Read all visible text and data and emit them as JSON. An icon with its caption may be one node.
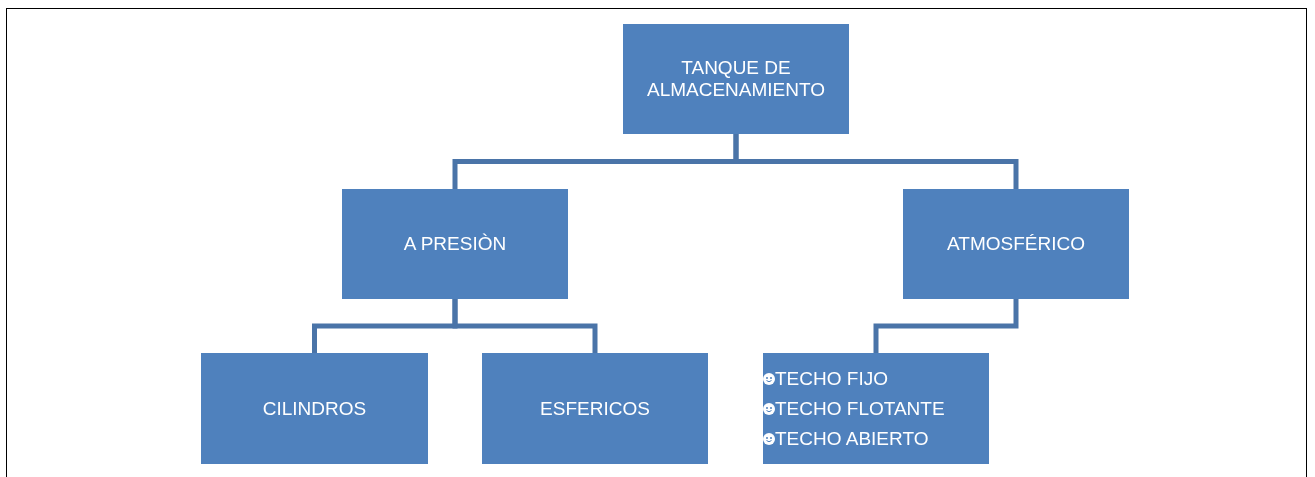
{
  "diagram": {
    "nodes": [
      {
        "text": [
          "TANQUE DE ALMACENAMIENTO"
        ]
      },
      {
        "text": [
          "A PRESIÒN"
        ]
      },
      {
        "text": [
          "ATMOSFÉRICO"
        ]
      },
      {
        "text": [
          "CILINDROS"
        ]
      },
      {
        "text": [
          "ESFERICOS"
        ]
      },
      {
        "text": [
          "TECHO FIJO",
          "TECHO FLOTANTE",
          "TECHO ABIERTO"
        ]
      }
    ],
    "edges": [
      {
        "from": 0,
        "to": 1,
        "arrow": "none"
      },
      {
        "from": 0,
        "to": 2,
        "arrow": "none"
      },
      {
        "from": 1,
        "to": 3,
        "arrow": "none"
      },
      {
        "from": 1,
        "to": 4,
        "arrow": "none"
      },
      {
        "from": 2,
        "to": 5,
        "arrow": "none"
      }
    ]
  }
}
